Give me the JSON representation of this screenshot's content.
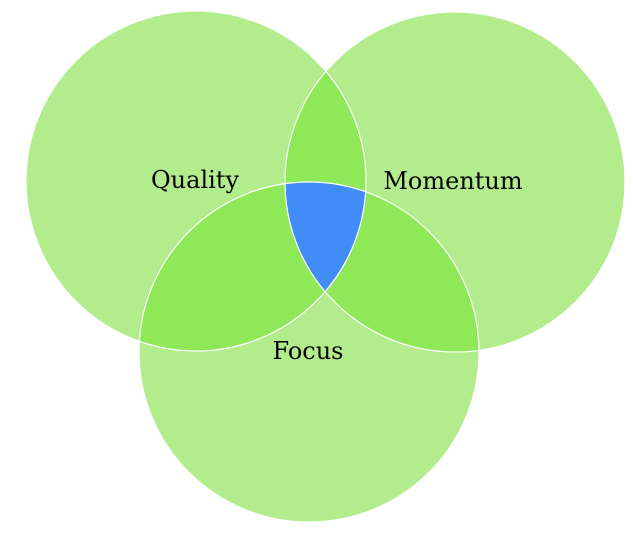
{
  "diagram": {
    "type": "venn-3",
    "colors": {
      "circle": "#b2ec8c",
      "pair_overlap": "#8ee858",
      "center_overlap": "#428cf8",
      "outline": "#ffffff"
    },
    "sets": [
      {
        "id": "quality",
        "label": "Quality"
      },
      {
        "id": "momentum",
        "label": "Momentum"
      },
      {
        "id": "focus",
        "label": "Focus"
      }
    ]
  }
}
